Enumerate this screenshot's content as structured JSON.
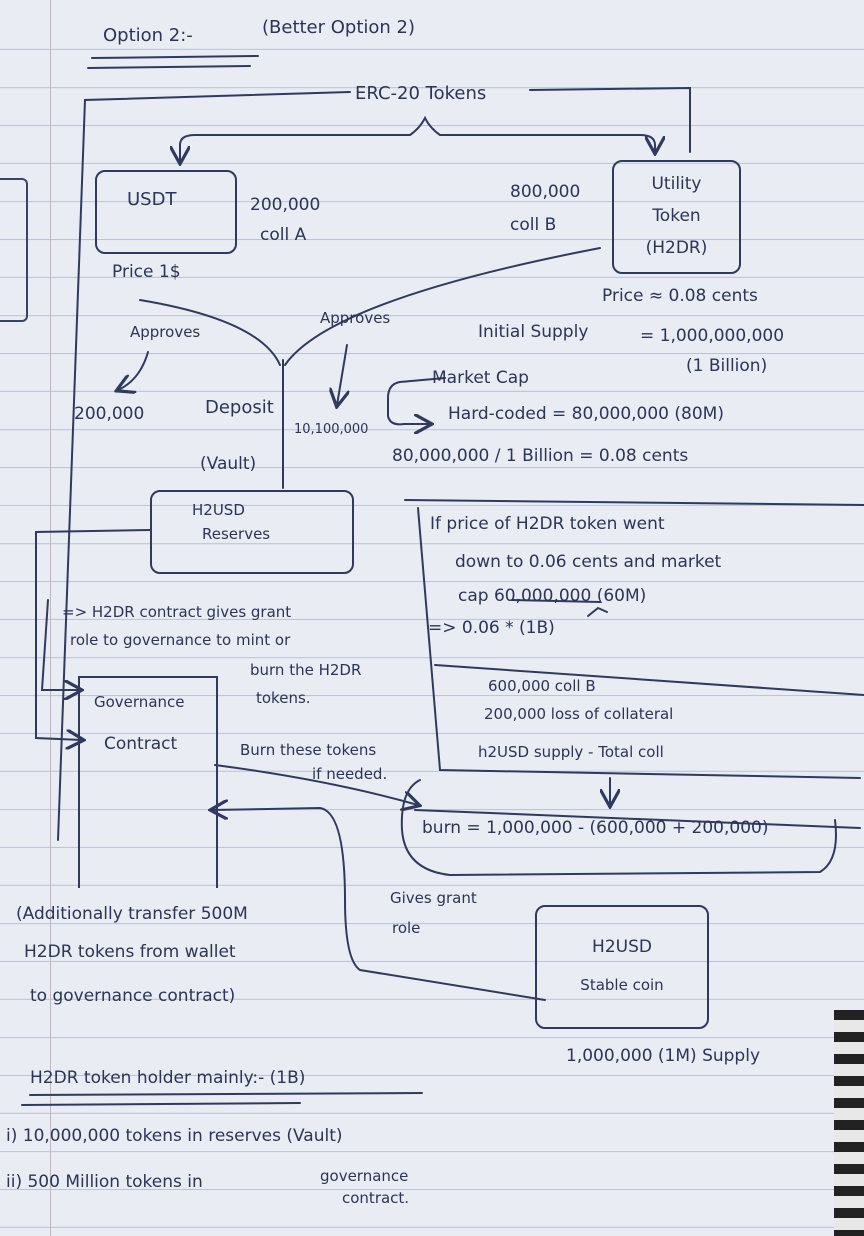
{
  "heading": {
    "option": "Option 2:-",
    "subtitle": "(Better Option 2)"
  },
  "erc20": "ERC-20 Tokens",
  "usdt": {
    "name": "USDT",
    "price": "Price 1$"
  },
  "coll_a": {
    "amount": "200,000",
    "label": "coll A"
  },
  "coll_b": {
    "amount": "800,000",
    "label": "coll B"
  },
  "utility": {
    "line1": "Utility",
    "line2": "Token",
    "line3": "(H2DR)"
  },
  "price_h2dr": "Price ≈ 0.08 cents",
  "initial_supply": {
    "label": "Initial Supply",
    "value": "= 1,000,000,000",
    "note": "(1 Billion)"
  },
  "approves_left": "Approves",
  "approves_right": "Approves",
  "approve_amount_left": "200,000",
  "approve_amount_right": "10,100,000",
  "deposit": {
    "line1": "Deposit",
    "line2": "(Vault)"
  },
  "market_cap": {
    "label": "Market Cap",
    "hardcoded": "Hard-coded = 80,000,000 (80M)",
    "calc": "80,000,000 / 1 Billion = 0.08 cents"
  },
  "reserves": {
    "line1": "H2USD",
    "line2": "Reserves"
  },
  "scenario": {
    "line1": "If price of H2DR token went",
    "line2": "down to 0.06 cents and market",
    "line3": "cap 60,000,000 (60M)",
    "line4": "=> 0.06 * (1B)"
  },
  "collateral": {
    "line1": "600,000 coll B",
    "line2": "200,000 loss of collateral",
    "line3": "h2USD supply - Total coll"
  },
  "burn_formula": "burn = 1,000,000 - (600,000 + 200,000)",
  "grant_note": {
    "line1": "=> H2DR contract gives grant",
    "line2": "role to governance to mint or",
    "line3": "burn the H2DR",
    "line4": "tokens."
  },
  "governance": {
    "line1": "Governance",
    "line2": "Contract"
  },
  "burn_note": {
    "line1": "Burn these tokens",
    "line2": "if needed."
  },
  "gives_grant": {
    "line1": "Gives grant",
    "line2": "role"
  },
  "h2usd": {
    "line1": "H2USD",
    "line2": "Stable coin",
    "supply": "1,000,000 (1M) Supply"
  },
  "additional": {
    "line1": "(Additionally transfer 500M",
    "line2": "H2DR tokens from wallet",
    "line3": "to governance contract)"
  },
  "holders": {
    "title": "H2DR token holder mainly:- (1B)",
    "item1": "i) 10,000,000 tokens in reserves (Vault)",
    "item2": "ii) 500 Million tokens in",
    "item2b": "governance",
    "item2c": "contract."
  },
  "colors": {
    "ink": "#2b3557",
    "paper": "#e9ecf2",
    "rule": "#b9c3d6"
  }
}
